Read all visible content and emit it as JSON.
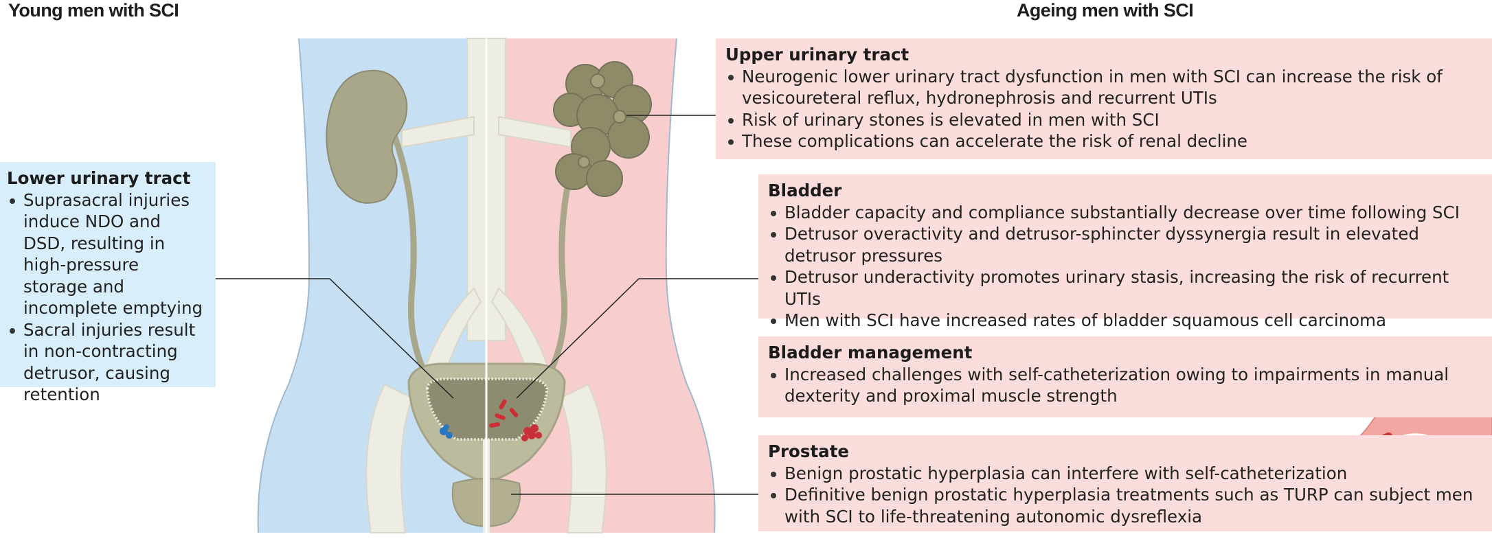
{
  "headings": {
    "young": "Young men with SCI",
    "ageing": "Ageing men with SCI"
  },
  "panels": {
    "lower_urinary_tract": {
      "title": "Lower urinary tract",
      "items": [
        "Suprasacral injuries induce NDO and DSD, resulting in high-pressure storage and incomplete emptying",
        "Sacral injuries result in non-contracting detrusor, causing retention"
      ]
    },
    "upper_urinary_tract": {
      "title": "Upper urinary tract",
      "items": [
        "Neurogenic lower urinary tract dysfunction in men with SCI can increase the risk of vesicoureteral reflux, hydronephrosis and recurrent UTIs",
        "Risk of urinary stones is elevated in men with SCI",
        "These complications can accelerate the risk of renal decline"
      ]
    },
    "bladder": {
      "title": "Bladder",
      "items": [
        "Bladder capacity and compliance substantially decrease over time following SCI",
        "Detrusor overactivity and detrusor-sphincter dyssynergia result in elevated detrusor pressures",
        "Detrusor underactivity promotes urinary stasis, increasing the risk of recurrent UTIs",
        "Men with SCI have increased rates of bladder squamous cell carcinoma"
      ]
    },
    "bladder_management": {
      "title": "Bladder management",
      "items": [
        "Increased challenges with self-catheterization owing to impairments in manual dexterity and proximal muscle strength"
      ]
    },
    "prostate": {
      "title": "Prostate",
      "items": [
        "Benign prostatic hyperplasia can interfere with self-catheterization",
        "Definitive benign prostatic hyperplasia treatments such as TURP can subject men with SCI to life-threatening autonomic dysreflexia"
      ]
    }
  },
  "colors": {
    "young_background": "#c7dff3",
    "ageing_background": "#f7cdce",
    "lower_box": "#d9eefb",
    "ageing_box": "#fbdedc",
    "organ": "#a9a78a",
    "vessel": "#eeede3"
  }
}
